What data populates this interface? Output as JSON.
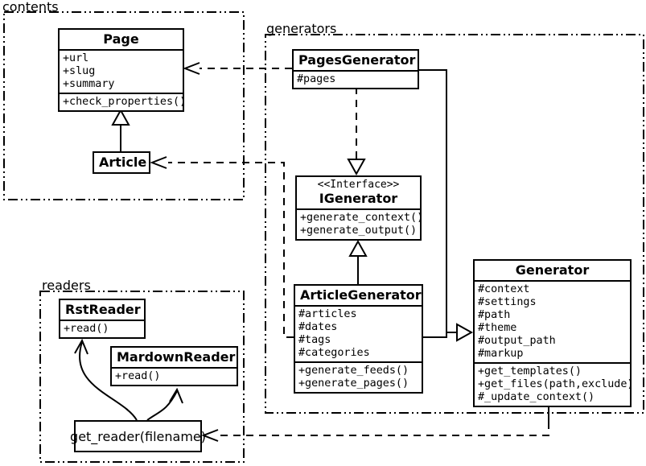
{
  "packages": {
    "contents": {
      "label": "contents"
    },
    "generators": {
      "label": "generators"
    },
    "readers": {
      "label": "readers"
    }
  },
  "classes": {
    "page": {
      "name": "Page",
      "attributes": [
        "+url",
        "+slug",
        "+summary"
      ],
      "methods": [
        "+check_properties()"
      ]
    },
    "article": {
      "name": "Article"
    },
    "pages_generator": {
      "name": "PagesGenerator",
      "attributes": [
        "#pages"
      ]
    },
    "igenerator": {
      "stereotype": "<<Interface>>",
      "name": "IGenerator",
      "methods": [
        "+generate_context()",
        "+generate_output()"
      ]
    },
    "article_generator": {
      "name": "ArticleGenerator",
      "attributes": [
        "#articles",
        "#dates",
        "#tags",
        "#categories"
      ],
      "methods": [
        "+generate_feeds()",
        "+generate_pages()"
      ]
    },
    "generator": {
      "name": "Generator",
      "attributes": [
        "#context",
        "#settings",
        "#path",
        "#theme",
        "#output_path",
        "#markup"
      ],
      "methods": [
        "+get_templates()",
        "+get_files(path,exclude)",
        "#_update_context()"
      ]
    },
    "rst_reader": {
      "name": "RstReader",
      "methods": [
        "+read()"
      ]
    },
    "mardown_reader": {
      "name": "MardownReader",
      "methods": [
        "+read()"
      ]
    },
    "get_reader": {
      "label": "get_reader(filename)"
    }
  },
  "relationships": [
    {
      "from": "Article",
      "to": "Page",
      "type": "generalization"
    },
    {
      "from": "PagesGenerator",
      "to": "Page",
      "type": "dependency"
    },
    {
      "from": "ArticleGenerator",
      "to": "Article",
      "type": "dependency"
    },
    {
      "from": "PagesGenerator",
      "to": "IGenerator",
      "type": "realization"
    },
    {
      "from": "ArticleGenerator",
      "to": "IGenerator",
      "type": "generalization"
    },
    {
      "from": "PagesGenerator",
      "to": "Generator",
      "type": "generalization"
    },
    {
      "from": "ArticleGenerator",
      "to": "Generator",
      "type": "generalization"
    },
    {
      "from": "Generator",
      "to": "get_reader(filename)",
      "type": "dependency"
    },
    {
      "from": "get_reader(filename)",
      "to": "RstReader",
      "type": "call"
    },
    {
      "from": "get_reader(filename)",
      "to": "MardownReader",
      "type": "call"
    }
  ],
  "colors": {
    "line": "#000000",
    "background": "#ffffff"
  }
}
